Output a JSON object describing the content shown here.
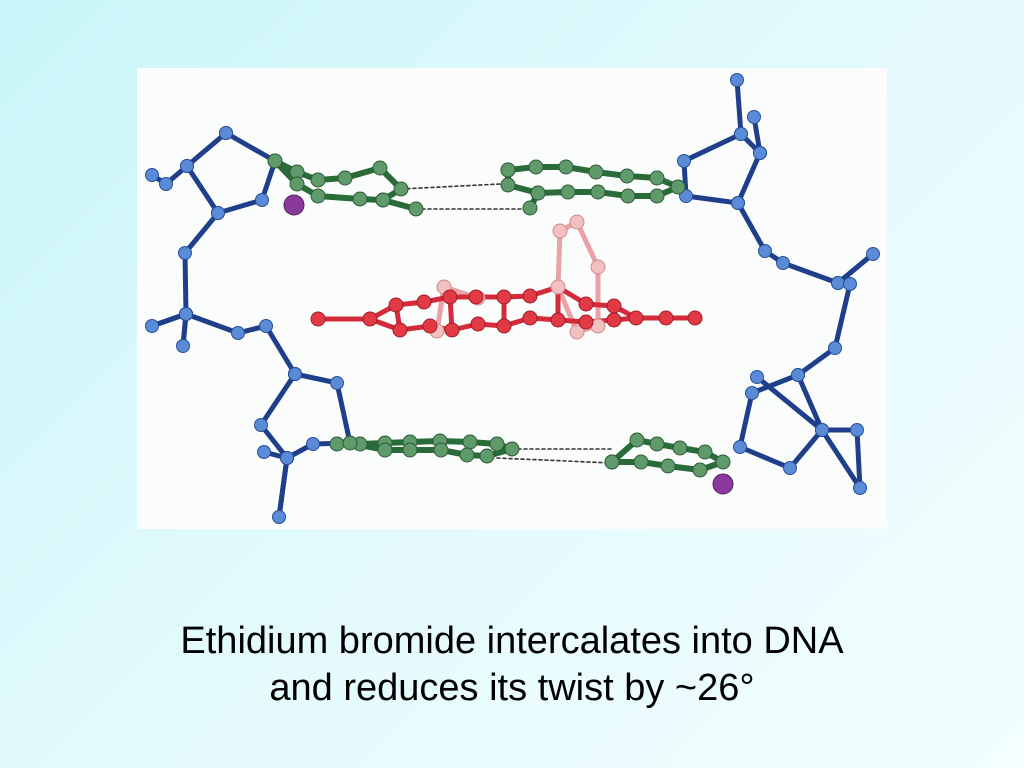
{
  "caption": {
    "line1": "Ethidium bromide intercalates into DNA",
    "line2": "and reduces its twist by ~26°"
  },
  "colors": {
    "background_top": "#c8f5f8",
    "backbone": "#1f3f8a",
    "backbone_atom": "#5a8bd6",
    "base": "#2a6b3a",
    "base_atom": "#5f9a6a",
    "ethidium_ring": "#d42a3a",
    "ethidium_ring_atom": "#e23a45",
    "ethidium_side": "#e9a3a6",
    "ethidium_side_atom": "#f3c0c2",
    "bromine_marker": "#8a3a9a"
  },
  "icons": {
    "figure": "dna-ethidium-intercalation-molecular-model"
  }
}
